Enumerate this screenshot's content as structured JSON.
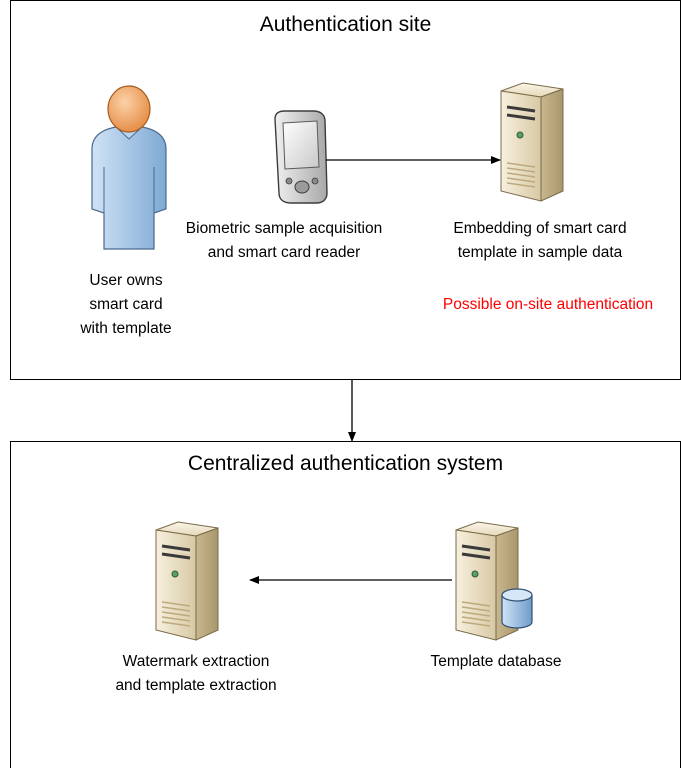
{
  "top_panel": {
    "title": "Authentication site",
    "user_label": [
      "User owns",
      "smart card",
      "with template"
    ],
    "reader_label": [
      "Biometric sample acquisition",
      "and smart card reader"
    ],
    "embed_label": [
      "Embedding of smart card",
      "template in sample data"
    ],
    "onsite_note": "Possible on-site authentication"
  },
  "bottom_panel": {
    "title": "Centralized authentication system",
    "extract_label": [
      "Watermark extraction",
      "and template extraction"
    ],
    "db_label": "Template database"
  },
  "colors": {
    "note_red": "#ff0000",
    "server_beige": "#e9dcc0",
    "person_blue": "#9ec3e6",
    "person_skin": "#f1a263",
    "db_blue": "#9ec3e6"
  },
  "icons": {
    "user": "person-icon",
    "reader": "pda-icon",
    "server": "server-icon",
    "database": "database-icon"
  }
}
